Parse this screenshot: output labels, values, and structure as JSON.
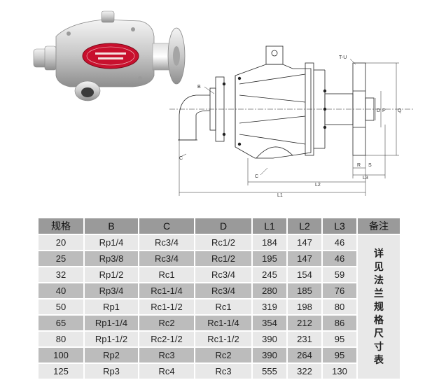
{
  "photo": {
    "label_icon": "brand-label-plate"
  },
  "drawing": {
    "labels": {
      "b": "B",
      "c1": "C",
      "c2": "C",
      "tu": "T-U",
      "r": "R",
      "s": "S",
      "l3": "L3",
      "l2": "L2",
      "l1": "L1",
      "d": "D",
      "p": "P",
      "q": "Q"
    }
  },
  "table": {
    "headers": [
      "规格",
      "B",
      "C",
      "D",
      "L1",
      "L2",
      "L3",
      "备注"
    ],
    "rows": [
      [
        "20",
        "Rp1/4",
        "Rc3/4",
        "Rc1/2",
        "184",
        "147",
        "46"
      ],
      [
        "25",
        "Rp3/8",
        "Rc3/4",
        "Rc1/2",
        "195",
        "147",
        "46"
      ],
      [
        "32",
        "Rp1/2",
        "Rc1",
        "Rc3/4",
        "245",
        "154",
        "59"
      ],
      [
        "40",
        "Rp3/4",
        "Rc1-1/4",
        "Rc3/4",
        "280",
        "185",
        "76"
      ],
      [
        "50",
        "Rp1",
        "Rc1-1/2",
        "Rc1",
        "319",
        "198",
        "80"
      ],
      [
        "65",
        "Rp1-1/4",
        "Rc2",
        "Rc1-1/4",
        "354",
        "212",
        "86"
      ],
      [
        "80",
        "Rp1-1/2",
        "Rc2-1/2",
        "Rc1-1/2",
        "390",
        "231",
        "95"
      ],
      [
        "100",
        "Rp2",
        "Rc3",
        "Rc2",
        "390",
        "264",
        "95"
      ],
      [
        "125",
        "Rp3",
        "Rc4",
        "Rc3",
        "555",
        "322",
        "130"
      ]
    ],
    "note": "详见法兰规格尺寸表"
  }
}
